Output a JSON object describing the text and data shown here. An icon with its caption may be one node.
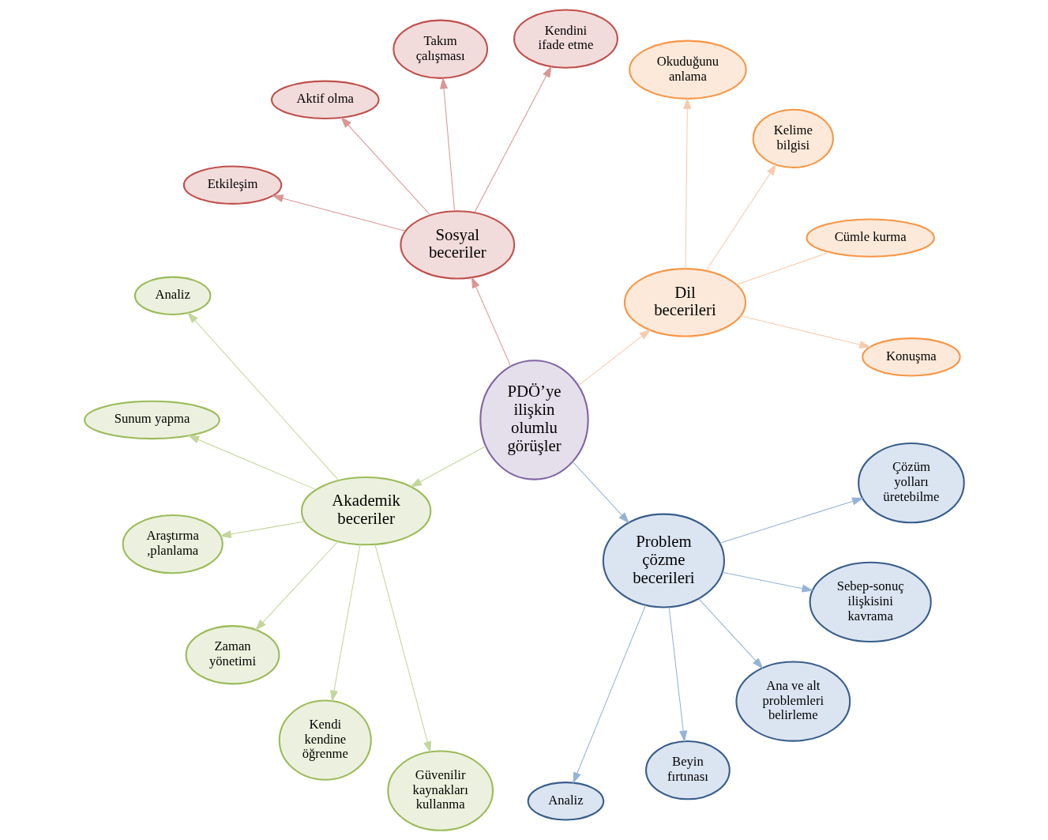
{
  "diagram": {
    "nodes": [
      {
        "text": [
          "PDÖ’ye ilişkin olumlu görüşler"
        ]
      },
      {
        "text": [
          "Dil becerileri"
        ]
      },
      {
        "text": [
          "Konuşma"
        ]
      },
      {
        "text": [
          "Cümle kurma"
        ]
      },
      {
        "text": [
          "Kelime bilgisi"
        ]
      },
      {
        "text": [
          "Okuduğunu anlama"
        ]
      },
      {
        "text": [
          "Sosyal beceriler"
        ]
      },
      {
        "text": [
          "Kendini ifade etme"
        ]
      },
      {
        "text": [
          "Takım çalışması"
        ]
      },
      {
        "text": [
          "Aktif olma"
        ]
      },
      {
        "text": [
          "Etkileşim"
        ]
      },
      {
        "text": [
          "Akademik beceriler"
        ]
      },
      {
        "text": [
          "Analiz"
        ]
      },
      {
        "text": [
          "Sunum yapma"
        ]
      },
      {
        "text": [
          "Araştırma ,planlama"
        ]
      },
      {
        "text": [
          "Zaman yönetimi"
        ]
      },
      {
        "text": [
          "Kendi kendine öğrenme"
        ]
      },
      {
        "text": [
          "Güvenilir kaynakları kullanma"
        ]
      },
      {
        "text": [
          "Problem çözme becerileri"
        ]
      },
      {
        "text": [
          "Analiz"
        ]
      },
      {
        "text": [
          "Beyin fırtınası"
        ]
      },
      {
        "text": [
          "Ana ve alt problemleri belirleme"
        ]
      },
      {
        "text": [
          "Sebep-sonuç ilişkisini kavrama"
        ]
      },
      {
        "text": [
          "Çözüm yolları üretebilme"
        ]
      }
    ],
    "edges": [
      {
        "from": 0,
        "to": 1,
        "arrow": "to",
        "color": "#f8cbad"
      },
      {
        "from": 1,
        "to": 2,
        "arrow": "to",
        "color": "#f8cbad"
      },
      {
        "from": 1,
        "to": 3,
        "arrow": "none",
        "color": "#f8cbad"
      },
      {
        "from": 1,
        "to": 4,
        "arrow": "to",
        "color": "#f8cbad"
      },
      {
        "from": 1,
        "to": 5,
        "arrow": "to",
        "color": "#f8cbad"
      },
      {
        "from": 0,
        "to": 6,
        "arrow": "to",
        "color": "#d99694"
      },
      {
        "from": 6,
        "to": 7,
        "arrow": "to",
        "color": "#d99694"
      },
      {
        "from": 6,
        "to": 8,
        "arrow": "to",
        "color": "#d99694"
      },
      {
        "from": 6,
        "to": 9,
        "arrow": "to",
        "color": "#d99694"
      },
      {
        "from": 6,
        "to": 10,
        "arrow": "to",
        "color": "#d99694"
      },
      {
        "from": 0,
        "to": 11,
        "arrow": "to",
        "color": "#c3d69b"
      },
      {
        "from": 11,
        "to": 12,
        "arrow": "to",
        "color": "#c3d69b"
      },
      {
        "from": 11,
        "to": 13,
        "arrow": "to",
        "color": "#c3d69b"
      },
      {
        "from": 11,
        "to": 14,
        "arrow": "to",
        "color": "#c3d69b"
      },
      {
        "from": 11,
        "to": 15,
        "arrow": "to",
        "color": "#c3d69b"
      },
      {
        "from": 11,
        "to": 16,
        "arrow": "to",
        "color": "#c3d69b"
      },
      {
        "from": 11,
        "to": 17,
        "arrow": "to",
        "color": "#c3d69b"
      },
      {
        "from": 0,
        "to": 18,
        "arrow": "to",
        "color": "#95b3d7"
      },
      {
        "from": 18,
        "to": 19,
        "arrow": "to",
        "color": "#95b3d7"
      },
      {
        "from": 18,
        "to": 20,
        "arrow": "to",
        "color": "#95b3d7"
      },
      {
        "from": 18,
        "to": 21,
        "arrow": "to",
        "color": "#95b3d7"
      },
      {
        "from": 18,
        "to": 22,
        "arrow": "to",
        "color": "#95b3d7"
      },
      {
        "from": 18,
        "to": 23,
        "arrow": "to",
        "color": "#95b3d7"
      }
    ]
  }
}
